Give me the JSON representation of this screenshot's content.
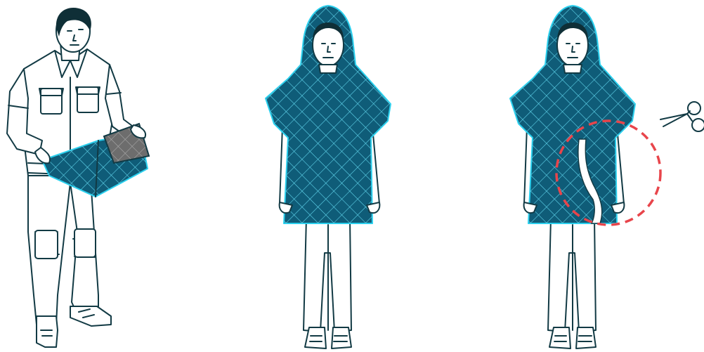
{
  "colors": {
    "outline": "#123a44",
    "blanket_fill": "#0f5c78",
    "blanket_edge": "#2ad0ee",
    "quilt_lines": "#5fd3ea",
    "cut_marker": "#e8454b",
    "background": "#ffffff"
  },
  "panels": [
    {
      "figure": "man-holding-folded-blanket"
    },
    {
      "figure": "woman-wearing-blanket-poncho"
    },
    {
      "figure": "woman-poncho-with-cut-opening"
    }
  ],
  "icons": {
    "cut_tool": "scissors-icon",
    "cut_marker": "dashed-circle-icon"
  }
}
